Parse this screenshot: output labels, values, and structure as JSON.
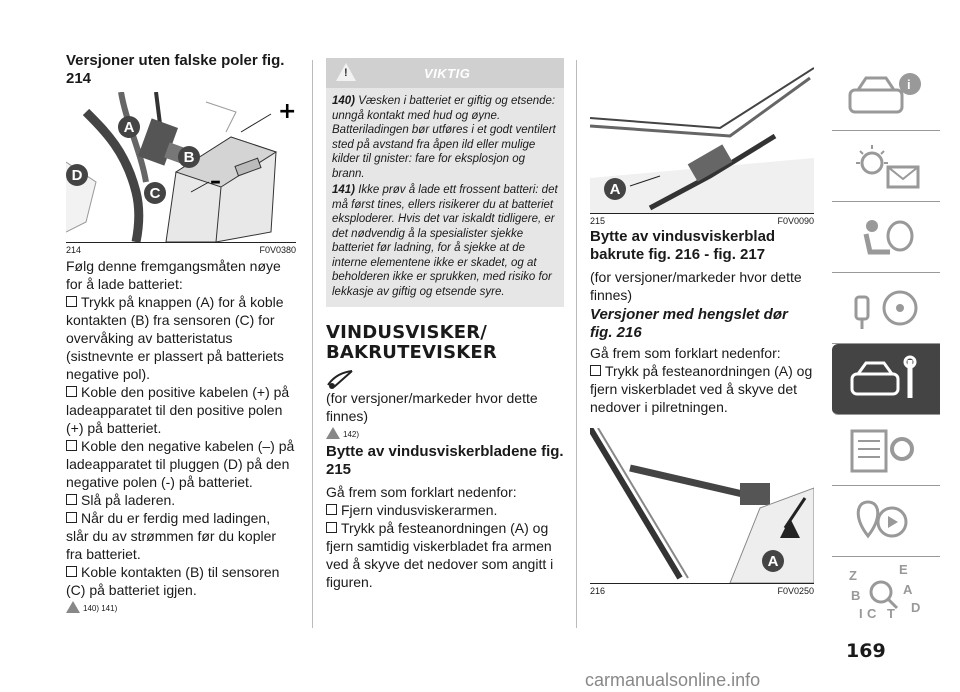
{
  "col1": {
    "heading": "Versjoner uten falske poler fig. 214",
    "fig": {
      "num": "214",
      "code": "F0V0380",
      "labels": [
        "A",
        "B",
        "C",
        "D"
      ],
      "plus": "+",
      "minus": "–"
    },
    "intro": "Følg denne fremgangsmåten nøye for å lade batteriet:",
    "bullets": [
      "Trykk på knappen (A) for å koble kontakten (B) fra sensoren (C) for overvåking av batteristatus (sistnevnte er plassert på batteriets negative pol).",
      "Koble den positive kabelen (+) på ladeapparatet til den positive polen (+) på batteriet.",
      "Koble den negative kabelen (–) på ladeapparatet til pluggen (D) på den negative polen (-) på batteriet.",
      "Slå på laderen.",
      "Når du er ferdig med ladingen, slår du av strømmen før du kopler fra batteriet.",
      "Koble kontakten (B) til sensoren (C) på batteriet igjen."
    ],
    "warn_ref": "140) 141)"
  },
  "col2": {
    "viktig_title": "VIKTIG",
    "warnings": [
      {
        "num": "140)",
        "text": "Væsken i batteriet er giftig og etsende: unngå kontakt med hud og øyne. Batteriladingen bør utføres i et godt ventilert sted på avstand fra åpen ild eller mulige kilder til gnister: fare for eksplosjon og brann."
      },
      {
        "num": "141)",
        "text": "Ikke prøv å lade ett frossent batteri: det må først tines, ellers risikerer du at batteriet eksploderer. Hvis det var iskaldt tidligere, er det nødvendig å la spesialister sjekke batteriet før ladning, for å sjekke at de interne elementene ikke er skadet, og at beholderen ikke er sprukken, med risiko for lekkasje av giftig og etsende syre."
      }
    ],
    "section_title_1": "VINDUSVISKER/",
    "section_title_2": "BAKRUTEVISKER",
    "versions_note": "(for versjoner/markeder hvor dette finnes)",
    "warn_ref": "142)",
    "sub_heading": "Bytte av vindusviskerbladene fig. 215",
    "intro": "Gå frem som forklart nedenfor:",
    "bullets": [
      "Fjern vindusviskerarmen.",
      "Trykk på festeanordningen (A) og fjern samtidig viskerbladet fra armen ved å skyve det nedover som angitt i figuren."
    ]
  },
  "col3": {
    "fig215": {
      "num": "215",
      "code": "F0V0090",
      "label": "A"
    },
    "heading": "Bytte av vindusviskerblad bakrute fig. 216 - fig. 217",
    "versions_note": "(for versjoner/markeder hvor dette finnes)",
    "sub_heading": "Versjoner med hengslet dør fig. 216",
    "intro": "Gå frem som forklart nedenfor:",
    "bullets": [
      "Trykk på festeanordningen (A) og fjern viskerbladet ved å skyve det nedover i pilretningen."
    ],
    "fig216": {
      "num": "216",
      "code": "F0V0250",
      "label": "A"
    }
  },
  "sidebar": {
    "items": [
      {
        "icon": "car-info-icon",
        "active": false
      },
      {
        "icon": "light-message-icon",
        "active": false
      },
      {
        "icon": "airbag-seat-icon",
        "active": false
      },
      {
        "icon": "key-steering-icon",
        "active": false
      },
      {
        "icon": "car-wrench-icon",
        "active": true
      },
      {
        "icon": "list-gear-icon",
        "active": false
      },
      {
        "icon": "media-location-icon",
        "active": false
      },
      {
        "icon": "alphabet-index-icon",
        "active": false
      }
    ],
    "index_letters": [
      "Z",
      "E",
      "A",
      "B",
      "C",
      "T",
      "D",
      "I"
    ]
  },
  "page_number": "169",
  "watermark": "carmanualsonline.info"
}
